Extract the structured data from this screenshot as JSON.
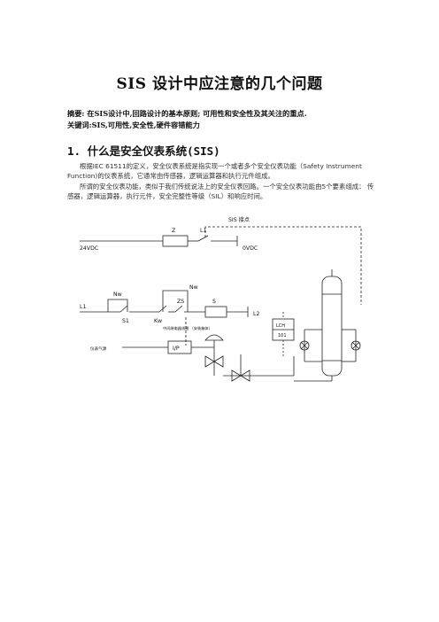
{
  "title": "SIS 设计中应注意的几个问题",
  "abstract": {
    "label": "摘要:",
    "text": "在SIS设计中,回路设计的基本原则; 可用性和安全性及其关注的重点.",
    "keywords_label": "关键词:",
    "keywords": "SIS,可用性,安全性,硬件容错能力"
  },
  "section1": {
    "heading": "1. 什么是安全仪表系统(SIS)",
    "para1": "根据IEC 61511的定义，安全仪表系统是指实现一个或者多个安全仪表功能（Safety Instrument Function)的仪表系统，它通常由传感器，逻辑运算器和执行元件组成。",
    "para2": "所谓的安全仪表功能，类似于我们传统说法上的安全仪表回路。一个安全仪表功能由5个要素组成： 传感器，逻辑运算器，执行元件，安全完整性等级（SIL）和响应时间。"
  },
  "diagram": {
    "labels": {
      "sis_contact": "SIS 接点",
      "v24": "24VDC",
      "v0": "0VDC",
      "z": "Z",
      "l1_top": "L1",
      "l1_left": "L1",
      "l2": "L2",
      "nw_left": "Nw",
      "nw_right": "Nw",
      "zs": "ZS",
      "s": "S",
      "s1": "S1",
      "kw": "Kw",
      "note": "中间继电器线圈\n（安装箱体）",
      "ip": "I/P",
      "air": "仪表气源",
      "lch": "LCH",
      "lch_num": "101"
    }
  }
}
